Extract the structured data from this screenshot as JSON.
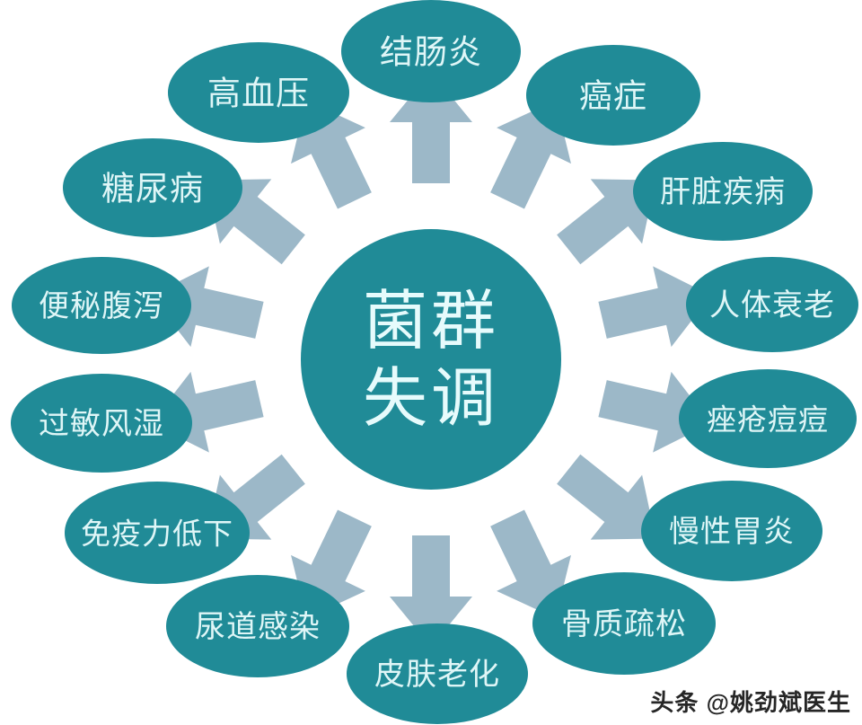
{
  "diagram": {
    "type": "radial-hub-and-spoke",
    "center": {
      "line1": "菌群",
      "line2": "失调"
    },
    "colors": {
      "node_fill": "#208b97",
      "node_text": "#dff6f7",
      "arrow": "#9cb8c8",
      "background": "#ffffff"
    },
    "nodes": [
      {
        "label": "结肠炎"
      },
      {
        "label": "癌症"
      },
      {
        "label": "肝脏疾病"
      },
      {
        "label": "人体衰老"
      },
      {
        "label": "痤疮痘痘"
      },
      {
        "label": "慢性胃炎"
      },
      {
        "label": "骨质疏松"
      },
      {
        "label": "皮肤老化"
      },
      {
        "label": "尿道感染"
      },
      {
        "label": "免疫力低下"
      },
      {
        "label": "过敏风湿"
      },
      {
        "label": "便秘腹泻"
      },
      {
        "label": "糖尿病"
      },
      {
        "label": "高血压"
      }
    ]
  },
  "watermark": {
    "text": "头条 @姚劲斌医生"
  }
}
